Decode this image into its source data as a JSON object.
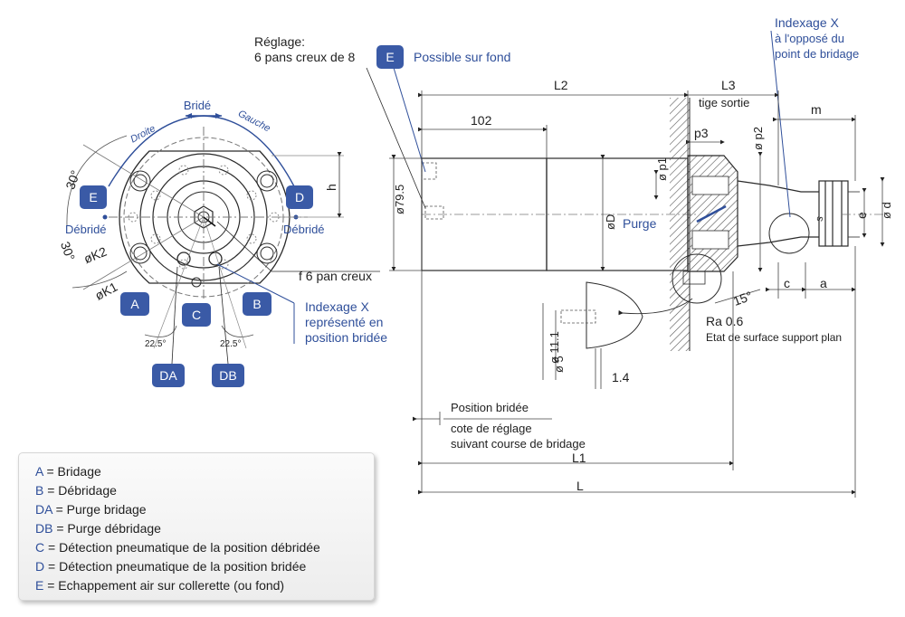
{
  "front_view": {
    "top_label": "Bridé",
    "arc_left": "Droite",
    "arc_right": "Gauche",
    "left_label": "Débridé",
    "right_label": "Débridé",
    "angle_top": "30°",
    "angle_bottom": "30°",
    "dim_k2": "øK2",
    "dim_k1": "øK1",
    "dim_h": "h",
    "angle_da": "22.5°",
    "angle_db": "22.5°",
    "f_label": "f  6 pan creux",
    "indexage_title": "Indexage X",
    "indexage_l2": "représenté en",
    "indexage_l3": "position bridée"
  },
  "badges": {
    "a": "A",
    "b": "B",
    "c": "C",
    "d": "D",
    "e_left": "E",
    "da": "DA",
    "db": "DB",
    "e_top": "E"
  },
  "side_view": {
    "reglage_l1": "Réglage:",
    "reglage_l2": "6 pans creux de 8",
    "possible": "Possible sur fond",
    "l2": "L2",
    "l3": "L3",
    "tige": "tige sortie",
    "m": "m",
    "dim_102": "102",
    "p3": "p3",
    "p2": "ø p2",
    "p1": "ø p1",
    "d79": "ø79.5",
    "dD": "øD",
    "purge": "Purge",
    "e": "e",
    "d": "ø d",
    "s": "s",
    "c": "c",
    "a": "a",
    "angle15": "15°",
    "ra": "Ra 0.6",
    "etat": "Etat de surface support plan",
    "d11": "ø 11.1",
    "d5": "ø 5",
    "d14": "1.4",
    "pos_bridee": "Position bridée",
    "cote1": "cote de réglage",
    "cote2": "suivant course de bridage",
    "l1": "L1",
    "l": "L",
    "index_r1": "Indexage X",
    "index_r2": "à l'opposé du",
    "index_r3": "point de bridage"
  },
  "legend": [
    {
      "key": "A",
      "text": " = Bridage"
    },
    {
      "key": "B",
      "text": " = Débridage"
    },
    {
      "key": "DA",
      "text": " = Purge bridage"
    },
    {
      "key": "DB",
      "text": " = Purge débridage"
    },
    {
      "key": "C",
      "text": " = Détection pneumatique de la position débridée"
    },
    {
      "key": "D",
      "text": " = Détection pneumatique de la position bridée"
    },
    {
      "key": "E",
      "text": " = Echappement air sur collerette (ou fond)"
    }
  ],
  "colors": {
    "accent": "#2f4f9a",
    "badge": "#3a5aa6",
    "hatch": "#555555"
  }
}
